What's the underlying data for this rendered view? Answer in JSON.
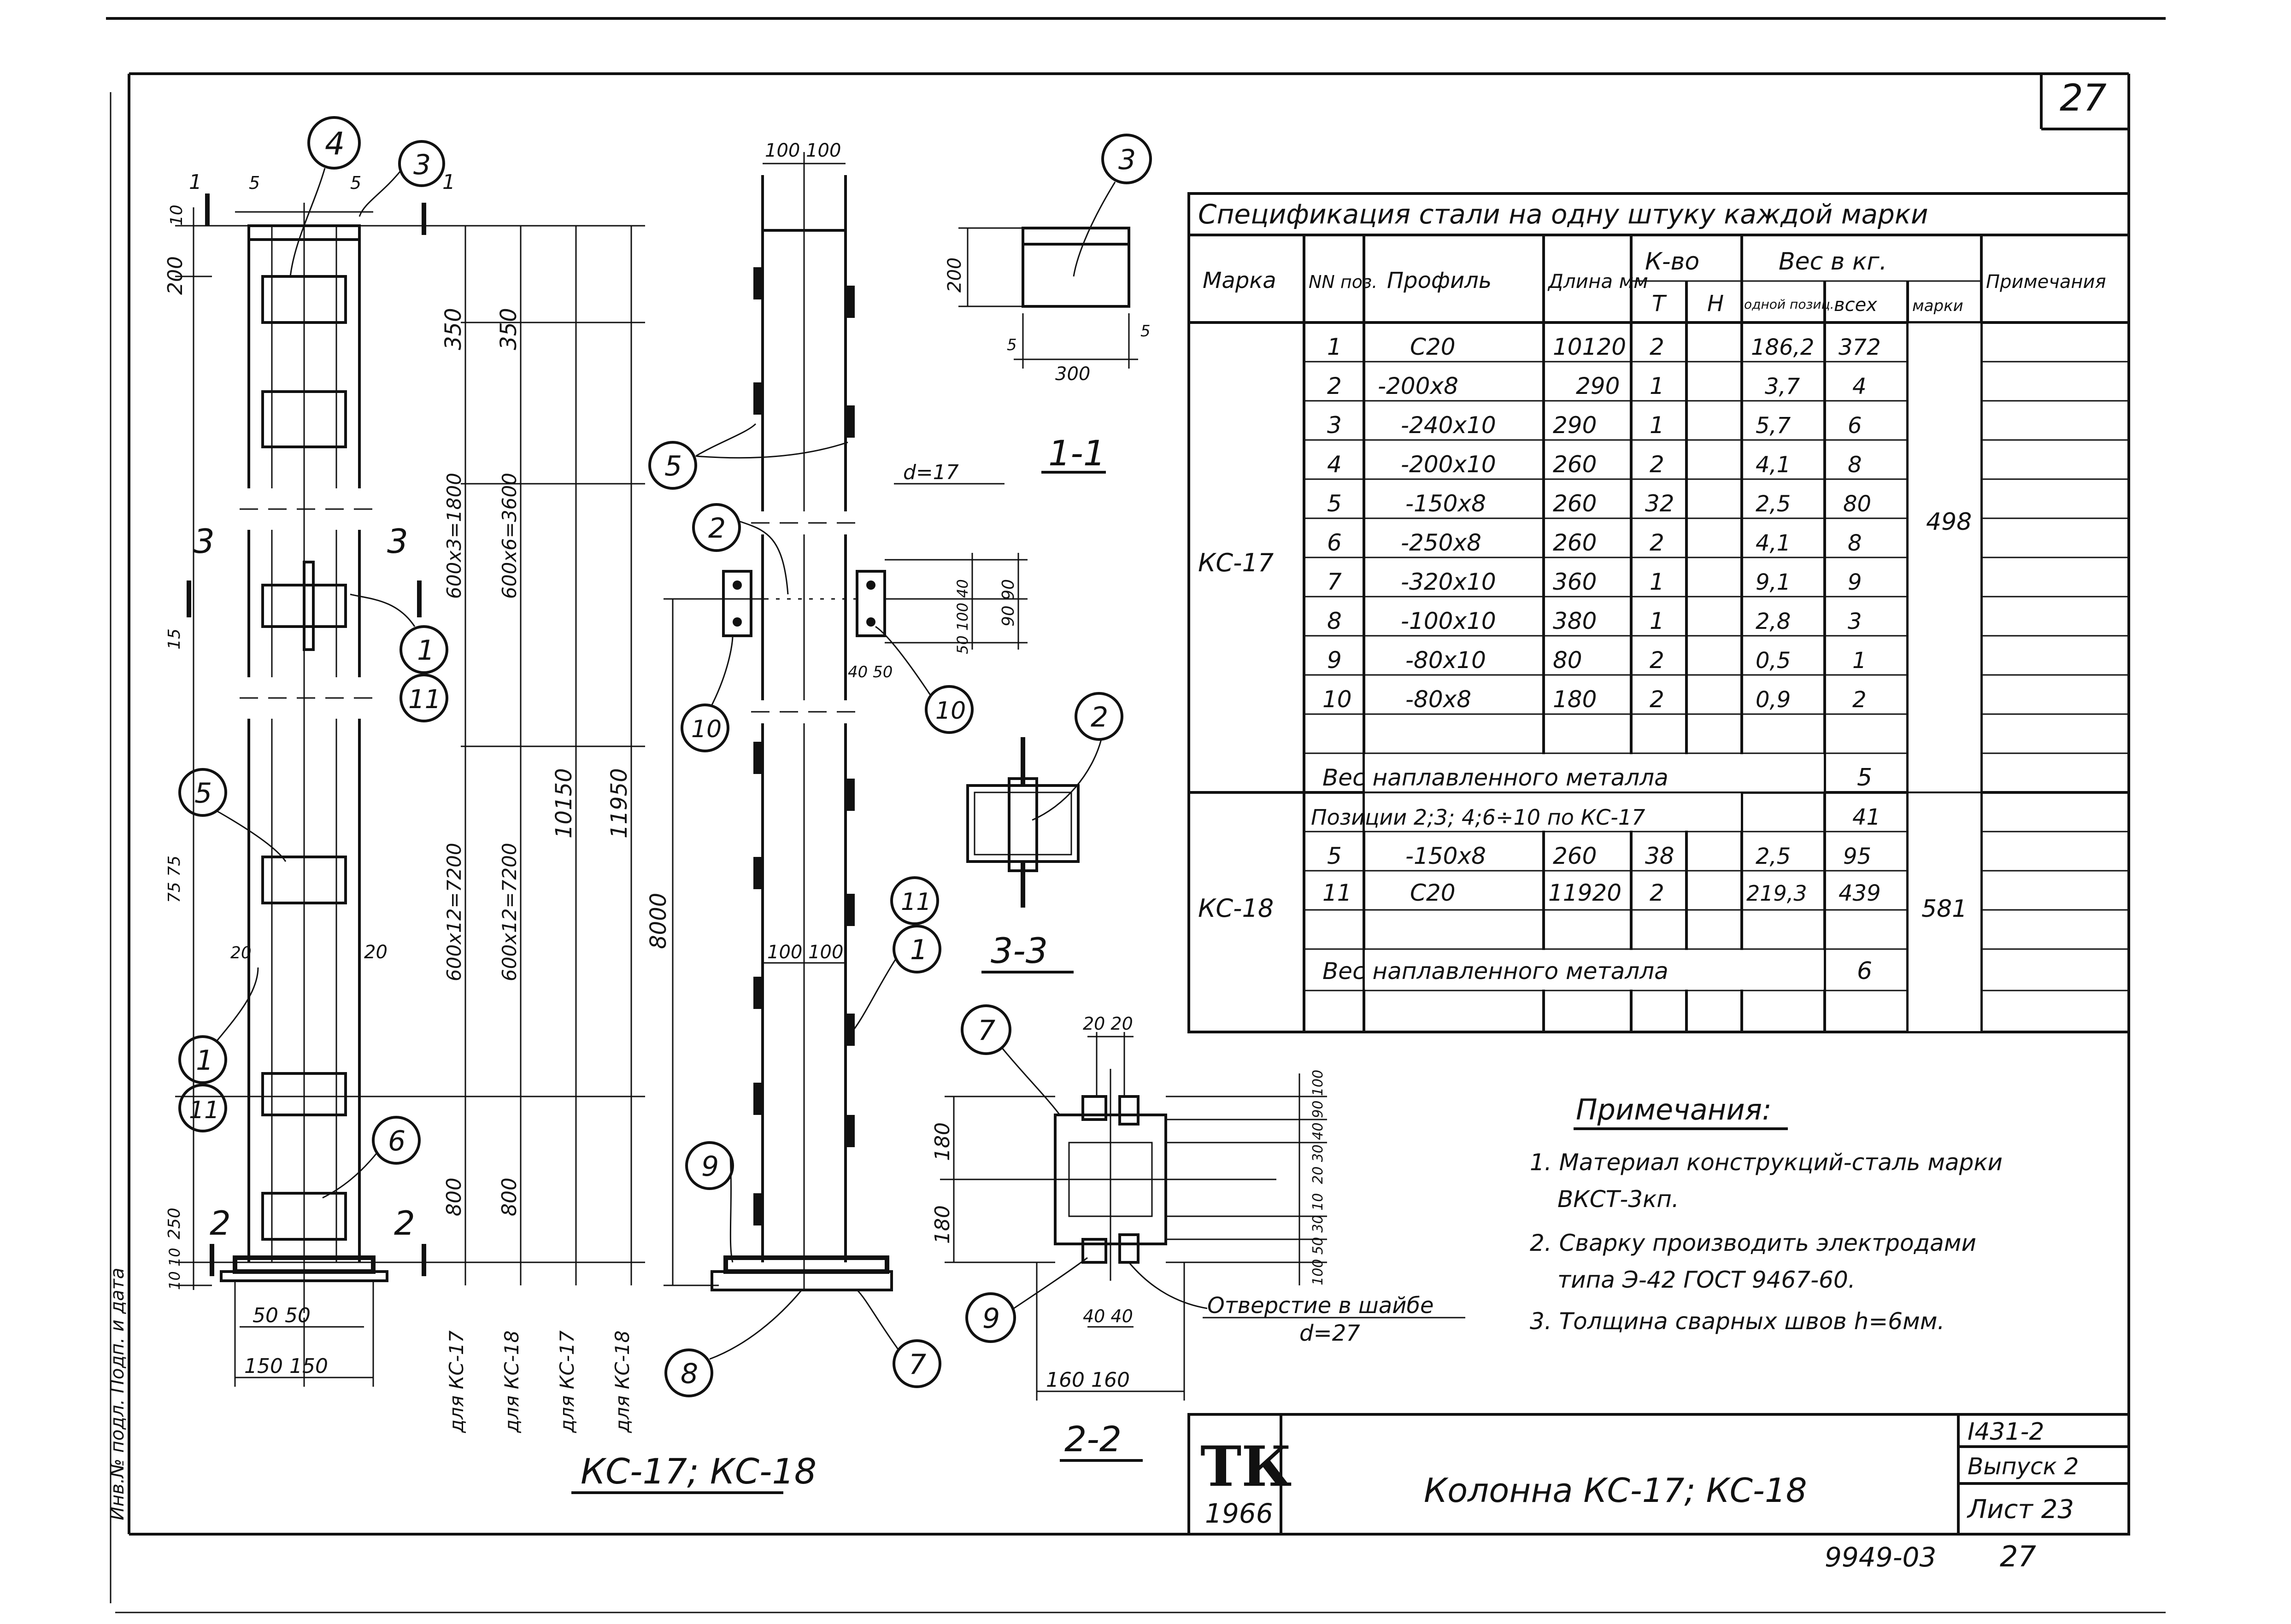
{
  "sheet_number_top": "27",
  "column_elevation": {
    "caption": "КС-17; КС-18",
    "dims_top": [
      "1",
      "5",
      "5",
      "1"
    ],
    "dim_200": "200",
    "dim_10_top": "10",
    "dim_350_a": "350",
    "dim_350_b": "350",
    "dim_600x3": "600x3=1800",
    "dim_600x6": "600x6=3600",
    "dim_600x12_a": "600x12=7200",
    "dim_600x12_b": "600x12=7200",
    "dim_10150": "10150",
    "dim_11950": "11950",
    "dim_800_a": "800",
    "dim_800_b": "800",
    "dim_15": "15",
    "dim_75_75": "75 75",
    "dim_20_a": "20",
    "dim_20_b": "20",
    "dim_250": "250",
    "dim_10_10": "10 10",
    "dim_50_50": "50 50",
    "dim_150_150": "150 150",
    "labels_for": [
      "для КС-17",
      "для КС-18",
      "для КС-17",
      "для КС-18"
    ],
    "section_3": "3",
    "section_2": "2",
    "callouts": [
      "4",
      "3",
      "1",
      "11",
      "5",
      "1",
      "11",
      "6"
    ]
  },
  "side_view": {
    "dim_100_100_top": "100 100",
    "dim_100_100_mid": "100 100",
    "dim_8000": "8000",
    "dim_d17": "d=17",
    "dim_50_100_40": "50 100 40",
    "dim_90_90": "90 90",
    "dim_40_50": "40 50",
    "callouts": [
      "5",
      "2",
      "10",
      "10",
      "11",
      "1",
      "9",
      "8",
      "7"
    ]
  },
  "section_1_1": {
    "title": "1-1",
    "callout": "3",
    "dim_200": "200",
    "dim_5_a": "5",
    "dim_5_b": "5",
    "dim_300": "300"
  },
  "section_3_3": {
    "title": "3-3",
    "callout": "2"
  },
  "section_2_2": {
    "title": "2-2",
    "callouts": [
      "7",
      "9"
    ],
    "dim_20_20": "20 20",
    "dim_180_a": "180",
    "dim_180_b": "180",
    "dim_right_stack": "20 30 40 90 100",
    "dim_right_stack_b": "100 50 30 10",
    "dim_40_40": "40 40",
    "dim_160_160": "160 160",
    "hole_note": "Отверстие в шайбе",
    "hole_d": "d=27"
  },
  "spec_table": {
    "title": "Спецификация стали на одну штуку каждой марки",
    "headers": {
      "mark": "Марка",
      "pos": "NN поз.",
      "profile": "Профиль",
      "length": "Длина мм",
      "qty": "К-во",
      "qty_t": "Т",
      "qty_n": "Н",
      "weight": "Вес в кг.",
      "w_one": "одной позиц.",
      "w_all": "всех",
      "w_mark": "марки",
      "note": "Примечания"
    },
    "kc17": {
      "mark": "КС-17",
      "rows": [
        [
          "1",
          "С20",
          "10120",
          "2",
          "",
          "186,2",
          "372"
        ],
        [
          "2",
          "-200х8",
          "290",
          "1",
          "",
          "3,7",
          "4"
        ],
        [
          "3",
          "-240х10",
          "290",
          "1",
          "",
          "5,7",
          "6"
        ],
        [
          "4",
          "-200х10",
          "260",
          "2",
          "",
          "4,1",
          "8"
        ],
        [
          "5",
          "-150х8",
          "260",
          "32",
          "",
          "2,5",
          "80"
        ],
        [
          "6",
          "-250х8",
          "260",
          "2",
          "",
          "4,1",
          "8"
        ],
        [
          "7",
          "-320х10",
          "360",
          "1",
          "",
          "9,1",
          "9"
        ],
        [
          "8",
          "-100х10",
          "380",
          "1",
          "",
          "2,8",
          "3"
        ],
        [
          "9",
          "-80х10",
          "80",
          "2",
          "",
          "0,5",
          "1"
        ],
        [
          "10",
          "-80х8",
          "180",
          "2",
          "",
          "0,9",
          "2"
        ]
      ],
      "weld_label": "Вес наплавленного металла",
      "weld_value": "5",
      "mark_weight": "498"
    },
    "kc18": {
      "mark": "КС-18",
      "row_positions": "Позиции 2;3; 4;6÷10 по КС-17",
      "row_positions_all": "41",
      "rows": [
        [
          "5",
          "-150х8",
          "260",
          "38",
          "",
          "2,5",
          "95"
        ],
        [
          "11",
          "С20",
          "11920",
          "2",
          "",
          "219,3",
          "439"
        ]
      ],
      "weld_label": "Вес наплавленного металла",
      "weld_value": "6",
      "mark_weight": "581"
    }
  },
  "notes": {
    "title": "Примечания:",
    "items": [
      "1. Материал конструкций-сталь марки",
      "ВКСТ-3кп.",
      "2. Сварку производить электродами",
      "типа Э-42 ГОСТ 9467-60.",
      "3. Толщина сварных швов h=6мм."
    ]
  },
  "title_block": {
    "logo": "ТК",
    "year": "1966",
    "title": "Колонна КС-17; КС-18",
    "series": "I431-2",
    "issue": "Выпуск 2",
    "sheet": "Лист 23"
  },
  "bottom": {
    "code": "9949-03",
    "page": "27"
  },
  "left_margin_text": "Инв.№ подл.  Подп. и дата"
}
